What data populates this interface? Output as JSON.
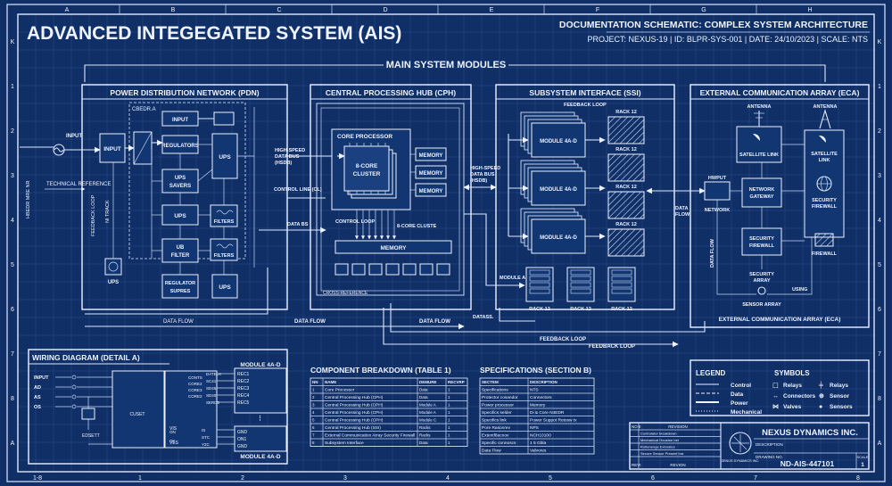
{
  "header": {
    "title": "ADVANCED INTEGEGATED SYSTEM (AIS)",
    "subtitle": "DOCUMENTATION SCHEMATIC: COMPLEX SYSTEM ARCHITECTURE",
    "meta": "PROJECT: NEXUS-19 | ID: BLPR-SYS-001 | DATE: 24/10/2023 | SCALE: NTS"
  },
  "frame": {
    "top_letters": [
      "A",
      "B",
      "C",
      "D",
      "E",
      "F",
      "G",
      "H"
    ],
    "bottom_labels": [
      "1-8",
      "1",
      "2",
      "3",
      "4",
      "5",
      "6",
      "7",
      "8"
    ],
    "side_letters": [
      "K",
      "1",
      "2",
      "3",
      "4",
      "5",
      "6",
      "7",
      "8",
      "A"
    ]
  },
  "main_modules": "MAIN SYSTEM MODULES",
  "pdn": {
    "title": "POWER DISTRIBUTION NETWORK (PDN)",
    "blocks": {
      "input_left": "INPUT",
      "input": "INPUT",
      "input_top": "INPUT",
      "regulators": "REGULATORS",
      "ups_savers": "UPS SAVERS",
      "ups1": "UPS",
      "ups2": "UPS",
      "ups3": "UPS",
      "ups4": "UPS",
      "filters1": "FILTERS",
      "filters2": "FILTERS",
      "ub_filter": "UB FILTER",
      "reg_supres": "REGULATOR SUPRES"
    },
    "labels": {
      "cbedr": "CBEDR.A",
      "tech_ref": "TECHNICAL REFERENCE",
      "feedback": "FEEDBACK LOOP",
      "ni_track": "NI TRACK",
      "rot_label": "HBEDR MRE NR",
      "data_flow": "DATA FLOW"
    }
  },
  "cph": {
    "title": "CENTRAL PROCESSING HUB (CPH)",
    "core_processor": "CORE PROCESSOR",
    "cluster": "8-CORE CLUSTER",
    "memory": [
      "MEMORY",
      "MEMORY",
      "MEMORY"
    ],
    "memory_bar": "MEMORY",
    "control_loop": "CONTROL LOOP",
    "cluste": "8-CORE CLUSTE",
    "cross_ref": "CROSS-REFERENCE",
    "bus_left": "HIGH-SPEED DATA BUS (HSDB)",
    "control_line": "CONTROL LINE (CL)",
    "data_bs": "DATA BS",
    "data_flow": "DATA FLOW"
  },
  "ssi": {
    "title": "SUBSYSTEM INTERFACE (SSI)",
    "bus": "HIGH-SPEED DATA BUS (HSDB)",
    "feedback": "FEEDBACK LOOP",
    "modules": [
      "MODULE 4A-D",
      "MODULE 4A-D",
      "MODULE 4A-D"
    ],
    "racks": [
      "RACK 12",
      "RACK 12",
      "RACK 12",
      "RACK 12"
    ],
    "bottom_racks": [
      "RACK 12",
      "RACK 12",
      "RACK 12"
    ],
    "module_a": "MODULE A",
    "datass": "DATASS.",
    "feedback_loop": "FEEDBACK LOOP",
    "data_flow": "DATA FLOW"
  },
  "eca": {
    "title": "EXTERNAL COMMUNICATION ARRAY (ECA)",
    "antenna1": "ANTENNA",
    "antenna2": "ANTENNA",
    "sat_link1": "SATELLITE LINK",
    "sat_link2": "SATELLITE LINK",
    "hwput": "HWPUT",
    "network": "NETWORK",
    "gateway": "NETWORK GATEWAY",
    "sec_firewall1": "SECURITY FIREWALL",
    "sec_firewall2": "SECURITY FIREWALL",
    "firewall": "FIREWALL",
    "sec_array": "SECURITY ARRAY",
    "sensor_array": "SENSOR ARRAY",
    "using": "USING",
    "data_flow": "DATA FLOW",
    "footer": "EXTERNAL COMMUNICATION ARRAY (ECA)"
  },
  "feedback_bottom": "FEEDBACK LOOP",
  "wiring": {
    "title": "WIRING DIAGRAM (DETAIL A)",
    "inputs": [
      "INPUT",
      "AD",
      "AS",
      "OS"
    ],
    "rec_left": [
      "REC1",
      "REC2",
      "REC3",
      "REC4"
    ],
    "gnd": [
      "GND",
      "GND",
      "GND",
      "GND"
    ],
    "cuset": "CUSET",
    "vis": "VIS",
    "ves": "VES",
    "edsett": "EDSETT",
    "mid_labels": [
      "CONTS",
      "CORE2",
      "CORE3",
      "CORE2"
    ],
    "rec_pins": [
      "DATELK",
      "SC41",
      "SD46",
      "SD40",
      "SERD5"
    ],
    "module_top": "MODULE 4A-D",
    "rec_right": [
      "REC1",
      "REC2",
      "REC3",
      "REC4",
      "REC5"
    ],
    "lower_left": [
      "ON",
      "CK"
    ],
    "lower_mid": [
      "IS",
      "STC",
      "Y2C"
    ],
    "lower_right": [
      "GND",
      "ON1",
      "GND"
    ],
    "module_bottom": "MODULE 4A-D"
  },
  "component_table": {
    "title": "COMPONENT BREAKDOWN (TABLE 1)",
    "headers": [
      "NN",
      "NAME",
      "DEMURE",
      "RECVRP"
    ],
    "rows": [
      [
        "1",
        "Core Processor",
        "Data",
        "1"
      ],
      [
        "2",
        "Central Processing Hub (CPH)",
        "Data",
        "1"
      ],
      [
        "3",
        "Central Processing Hub (CPH)",
        "Module A",
        "1"
      ],
      [
        "4",
        "Central Processing Hub (CPH)",
        "Module A",
        "1"
      ],
      [
        "5",
        "Central Processing Hub (CPH)",
        "Module C",
        "1"
      ],
      [
        "6",
        "Central Processing Hub (SSI)",
        "Racks",
        "1"
      ],
      [
        "7",
        "External Communication Array Security Firewall",
        "Racks",
        "1"
      ],
      [
        "8",
        "Subsystem Interface",
        "Data",
        "1"
      ]
    ]
  },
  "spec_table": {
    "title": "SPECIFICATIONS (SECTION B)",
    "headers": [
      "SECTEM",
      "DESCRIPTION"
    ],
    "rows": [
      [
        "Specifications",
        "NTS"
      ],
      [
        "Protector cosandor",
        "Connectors"
      ],
      [
        "Power processor",
        "Memory"
      ],
      [
        "Specifics selder",
        "Di & Core N4EDR"
      ],
      [
        "Specifics link",
        "Power Suppot Rotosw tx"
      ],
      [
        "Pore Rasonrev",
        "NPS"
      ],
      [
        "Extentf8ecnov",
        "NCH10100"
      ],
      [
        "Specific connoscs",
        "1 5 Gbla"
      ],
      [
        "Data Flow",
        "Valvores"
      ]
    ]
  },
  "legend": {
    "title": "LEGEND",
    "symbols_title": "SYMBOLS",
    "lines": [
      "Control",
      "Data",
      "Power",
      "Mechanical"
    ],
    "symbols": [
      "Relays",
      "Connectors",
      "Valves",
      "Relays",
      "Sensor",
      "Sensors"
    ]
  },
  "title_block": {
    "rev_header": [
      "NO II",
      "REVISION"
    ],
    "revisions": [
      "Controlator breakdown",
      "Mechanical Houston ber",
      "Rottenenge Extorates",
      "Secure Sensor Present bra"
    ],
    "company": "NEXUS DYNAMICS INC.",
    "description": "DESCRIPTION",
    "drawing_no_label": "DRAWING NO.",
    "drawing_no": "ND-AIS-447101",
    "scale_label": "SCALE",
    "scale": "1",
    "rev_label": "REVI",
    "revion": "REVION",
    "logo_text": "ZENUS DYNAMICS INC."
  }
}
